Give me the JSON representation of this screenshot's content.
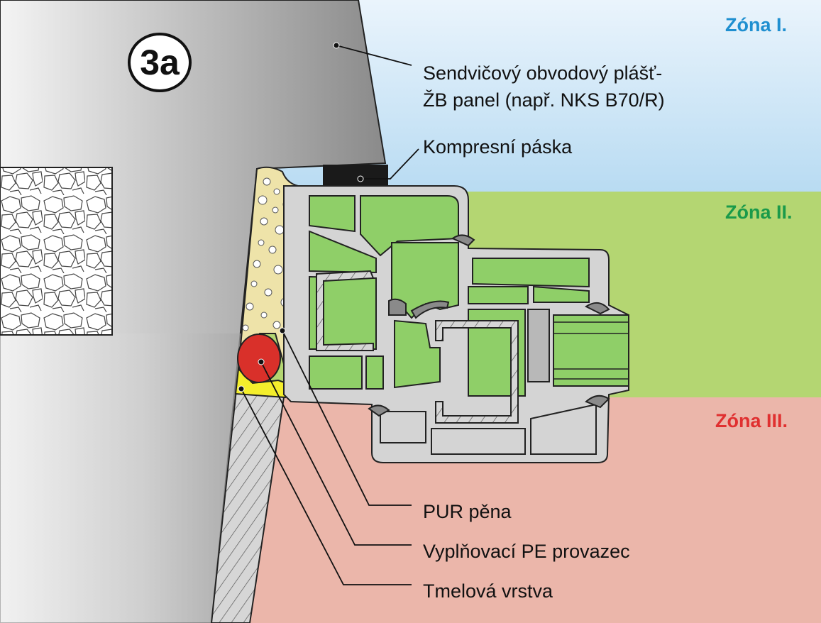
{
  "badge": "3a",
  "zones": {
    "zone1": {
      "label": "Zóna I.",
      "color": "#1f8fd0"
    },
    "zone2": {
      "label": "Zóna II.",
      "color": "#1a9a4a"
    },
    "zone3": {
      "label": "Zóna III.",
      "color": "#e03030"
    }
  },
  "callouts": {
    "panel_line1": "Sendvičový obvodový plášť-",
    "panel_line2": "ŽB panel (např. NKS B70/R)",
    "tape": "Kompresní páska",
    "pur": "PUR pěna",
    "pe_cord": "Vyplňovací PE provazec",
    "sealant": "Tmelová vrstva"
  },
  "colors": {
    "zone1_bg_top": "#eaf4fc",
    "zone1_bg_bottom": "#b8dbf2",
    "zone2_bg": "#b4d672",
    "zone3_bg": "#ebb6aa",
    "wall_light": "#ebebeb",
    "wall_dark": "#8a8a8a",
    "profile_fill": "#d4d4d4",
    "chamber_fill": "#8fcf68",
    "foam": "#eee3a9",
    "pe_cord": "#d9302a",
    "sealant": "#f4ee2c"
  }
}
